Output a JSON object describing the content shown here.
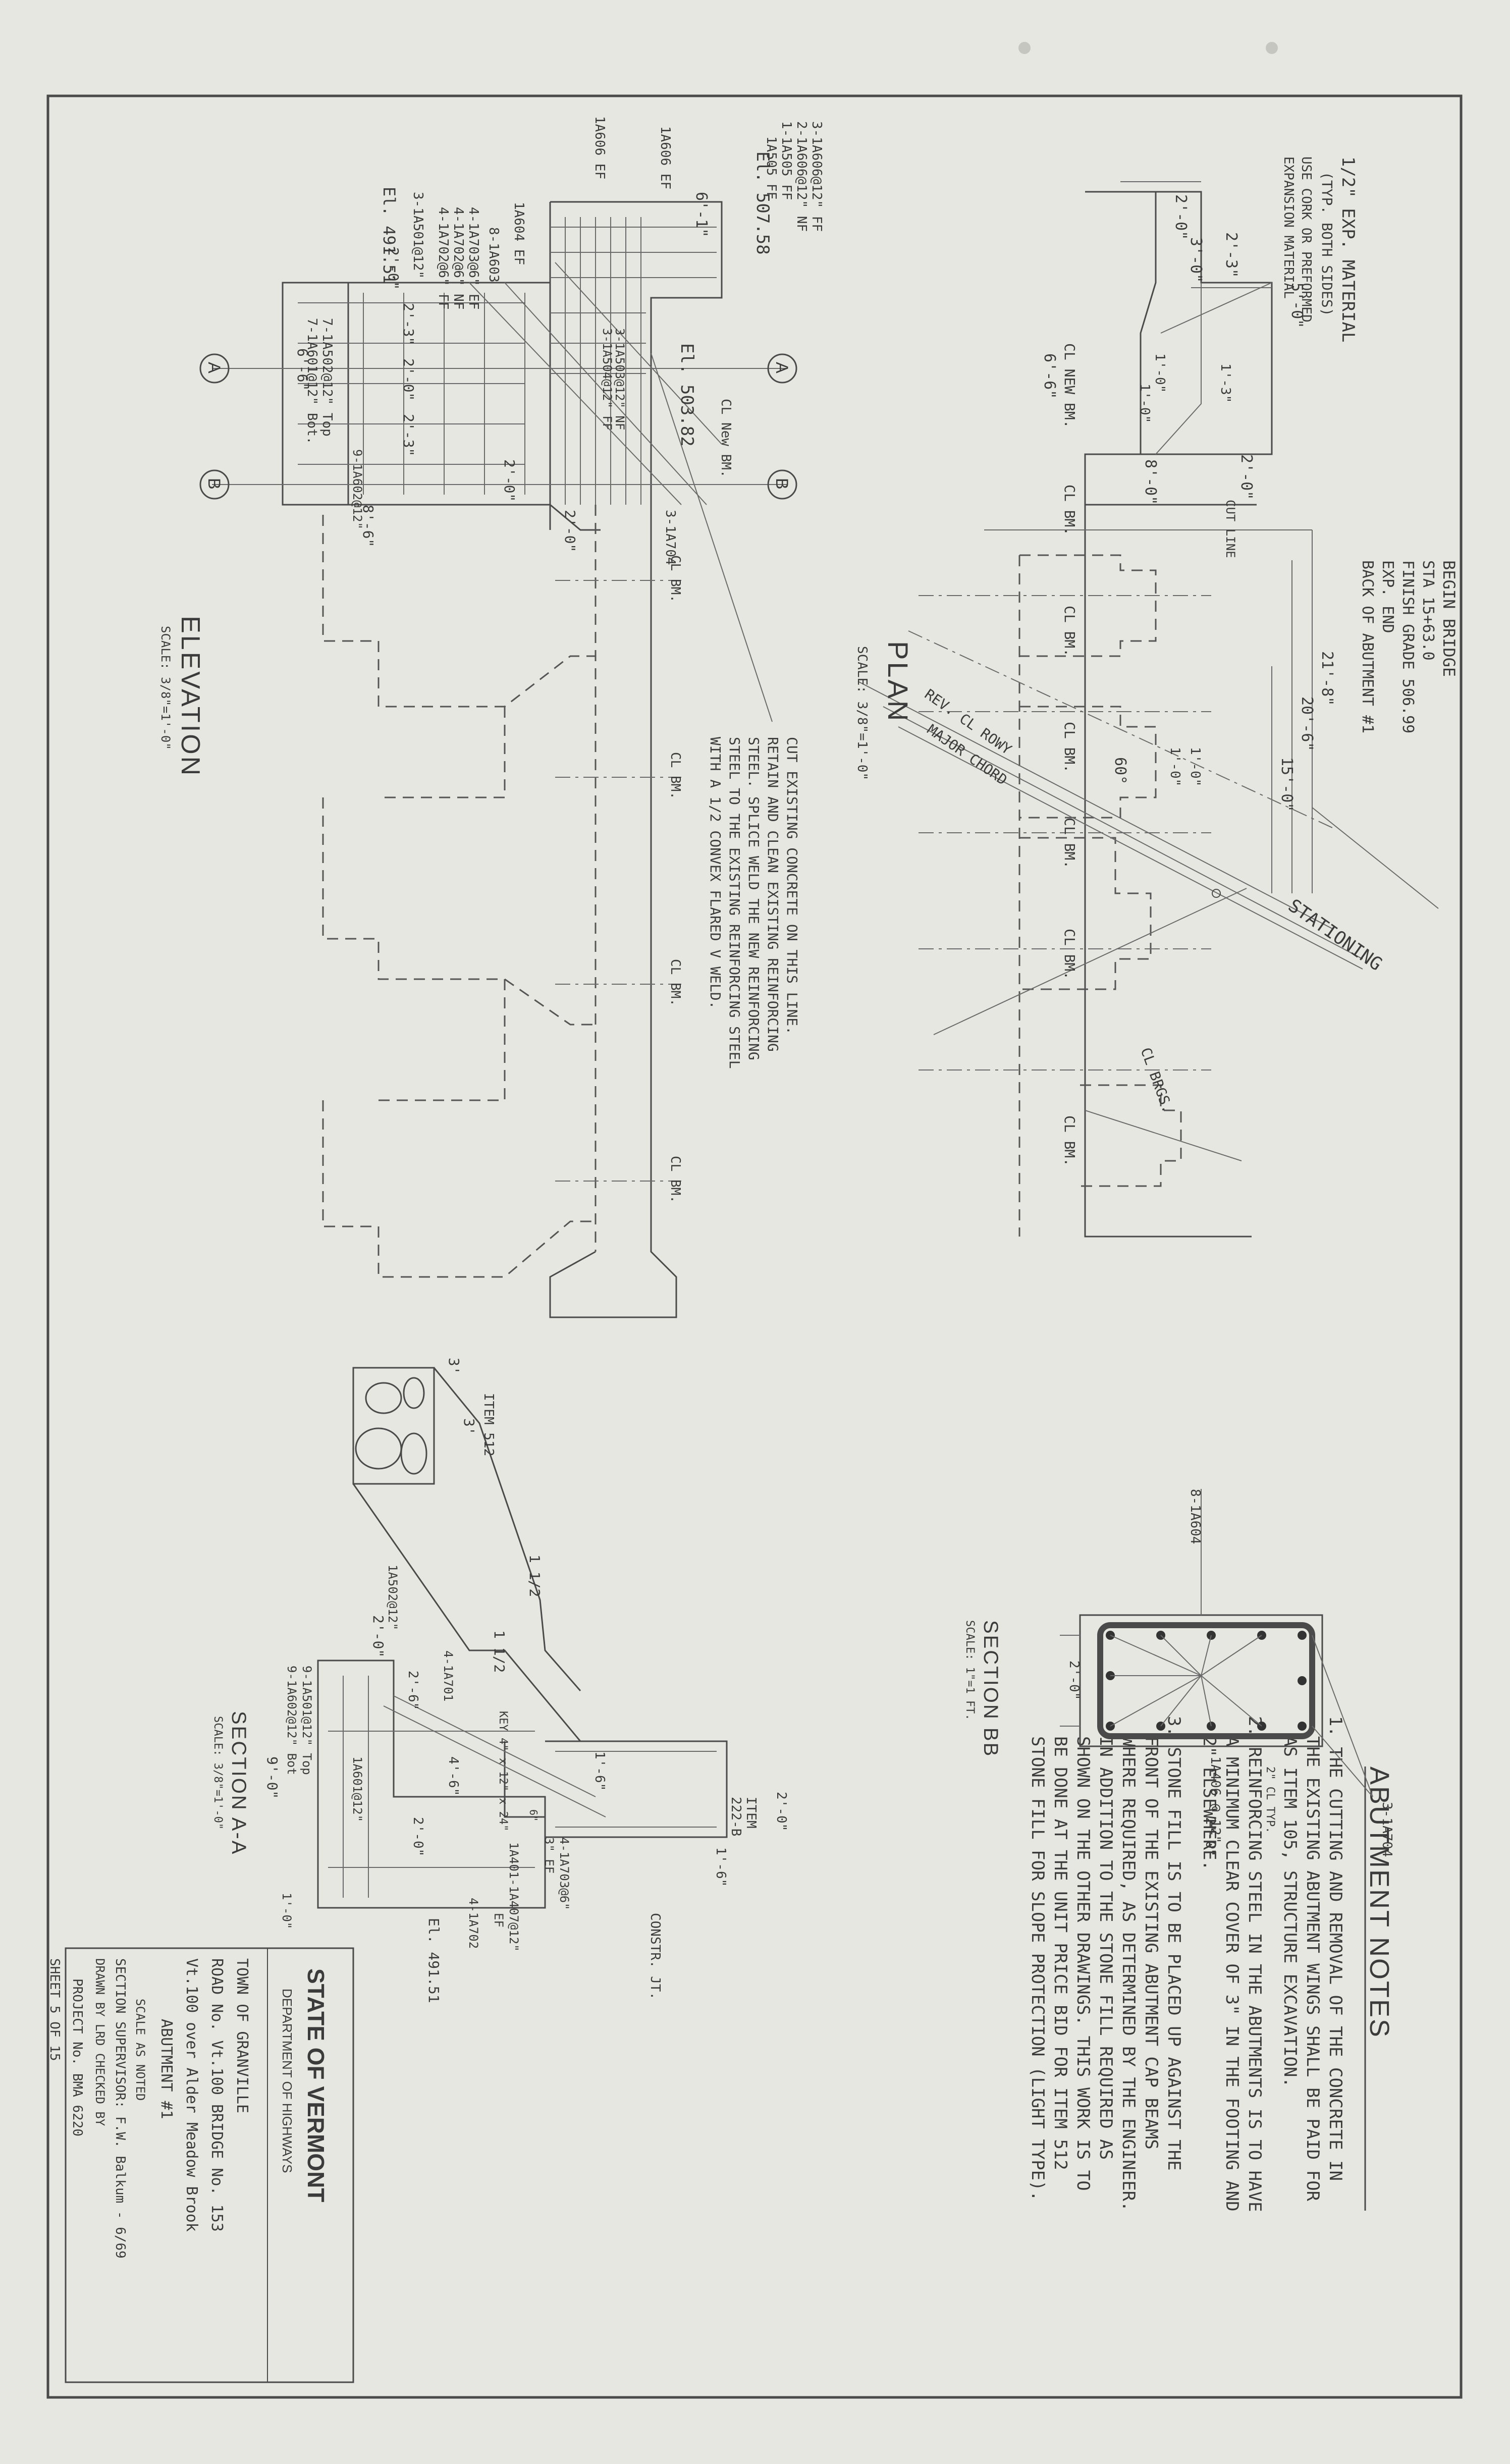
{
  "title_block": {
    "state": "STATE OF VERMONT",
    "department": "DEPARTMENT OF HIGHWAYS",
    "town": "TOWN OF GRANVILLE",
    "road": "ROAD No. Vt.100 BRIDGE No. 153",
    "description": "Vt.100 over Alder Meadow Brook",
    "abutment": "ABUTMENT #1",
    "scale": "SCALE  AS NOTED",
    "supervisor": "SECTION SUPERVISOR: F.W. Balkum - 6/69",
    "drawn": "DRAWN BY LRD  CHECKED BY",
    "project": "PROJECT No. BMA 6220",
    "sheet": "SHEET  5  OF  15"
  },
  "notes": {
    "heading": "ABUTMENT NOTES",
    "n1": [
      "1. THE CUTTING AND REMOVAL OF THE CONCRETE IN",
      "THE EXISTING ABUTMENT WINGS SHALL BE PAID FOR",
      "AS ITEM 105, STRUCTURE EXCAVATION."
    ],
    "n2": [
      "2. REINFORCING STEEL IN THE ABUTMENTS IS TO HAVE",
      "A MINIMUM CLEAR COVER OF 3\" IN THE FOOTING AND",
      "2\" ELSEWHERE."
    ],
    "n3": [
      "3. STONE FILL IS TO BE PLACED UP AGAINST THE",
      "FRONT OF THE EXISTING ABUTMENT CAP BEAMS",
      "WHERE REQUIRED, AS DETERMINED BY THE ENGINEER.",
      "IN ADDITION TO THE STONE FILL REQUIRED AS",
      "SHOWN ON THE OTHER DRAWINGS. THIS WORK IS TO",
      "BE DONE AT THE UNIT PRICE BID FOR ITEM 512",
      "STONE FILL FOR SLOPE PROTECTION (LIGHT TYPE)."
    ]
  },
  "plan": {
    "title": "PLAN",
    "scale": "SCALE: 3/8\"=1'-0\"",
    "begin_bridge": [
      "BEGIN BRIDGE",
      "STA 15+63.0",
      "FINISH GRADE 506.99",
      "EXP. END",
      "BACK OF ABUTMENT #1"
    ],
    "exp_material": [
      "1/2\" EXP. MATERIAL",
      "(TYP. BOTH SIDES)",
      "USE CORK OR PREFORMED",
      "EXPANSION MATERIAL"
    ],
    "stationing": "STATIONING",
    "rev_rowy": "REV. CL ROWY",
    "major_chord": "MAJOR CHORD",
    "brgs": "CL BRGS.",
    "cut_line": "CUT LINE",
    "new_bm": "CL NEW BM.",
    "bm": "CL BM.",
    "dims": [
      "2'-0\"",
      "2'-3\"",
      "3'-0\"",
      "5'-0\"",
      "6'-6\"",
      "1'-0\"",
      "1'-0\"",
      "1'-3\"",
      "8'-0\"",
      "2'-0\"",
      "21'-8\"",
      "20'-6\"",
      "15'-0\"",
      "1'-0\"",
      "1'-0\"",
      "60°"
    ]
  },
  "elevation": {
    "title": "ELEVATION",
    "scale": "SCALE: 3/8\"=1'-0\"",
    "el_top": "El. 507.58",
    "el_mid": "El. 503.82",
    "el_bot": "El. 491.51",
    "cut_note": [
      "CUT EXISTING CONCRETE ON THIS LINE.",
      "RETAIN AND CLEAN EXISTING REINFORCING",
      "STEEL. SPLICE WELD THE NEW REINFORCING",
      "STEEL TO THE EXISTING REINFORCING STEEL",
      "WITH A 1/2 CONVEX FLARED V WELD."
    ],
    "bars": [
      "3-1A606@12\" FF",
      "2-1A606@12\" NF",
      "1-1A505 FF",
      "1A505 FF",
      "1A606 EF",
      "1A604 EF",
      "8-1A603",
      "4-1A703@6\" EF",
      "4-1A702@6\" NF",
      "4-1A702@6\" FF",
      "3-1A501@12\"",
      "7-1A502@12\" Top",
      "7-1A601@12\" Bot.",
      "3-1A503@12\" NF",
      "3-1A504@12\" FF",
      "3-1A704",
      "9-1A602@12\"",
      "1A606 EF"
    ],
    "dims": [
      "6'-1\"",
      "2'-0\"",
      "2'-3\"",
      "2'-0\"",
      "2'-3\"",
      "2'-0\"",
      "6'-6\"",
      "8'-6\"",
      "2'-0\""
    ],
    "sec_a": "A",
    "sec_b": "B",
    "new_bm": "CL New BM.",
    "bm": "CL BM."
  },
  "section_aa": {
    "title": "SECTION A-A",
    "scale": "SCALE: 3/8\"=1'-0\"",
    "item512": "ITEM 512",
    "item": [
      "ITEM",
      "222-B"
    ],
    "constr_jt": "CONSTR. JT.",
    "el": "El. 491.51",
    "key": "KEY 4\" x 12\" x 24\"",
    "bars": [
      "1A502@12\"",
      "4-1A701",
      "9-1A501@12\" Top",
      "9-1A602@12\" Bot",
      "1A601@12\"",
      "4-1A703@6\"",
      "3\" EF",
      "1A401-1A407@12\"",
      "EF",
      "4-1A702"
    ],
    "dims": [
      "3'",
      "3'",
      "1 1/2",
      "1 1/2",
      "2'-0\"",
      "2'-6\"",
      "4'-6\"",
      "9'-0\"",
      "2'-0\"",
      "1'-0\"",
      "1'-6\"",
      "1'-6\"",
      "2'-0\"",
      "6\""
    ]
  },
  "section_bb": {
    "title": "SECTION BB",
    "scale": "SCALE: 1\"=1 FT.",
    "bars": [
      "8-1A604",
      "3-1A704",
      "1A406 @ 12\"",
      "2\" CL TYP."
    ],
    "dims": [
      "2'-0\"",
      "2'-0\""
    ]
  }
}
